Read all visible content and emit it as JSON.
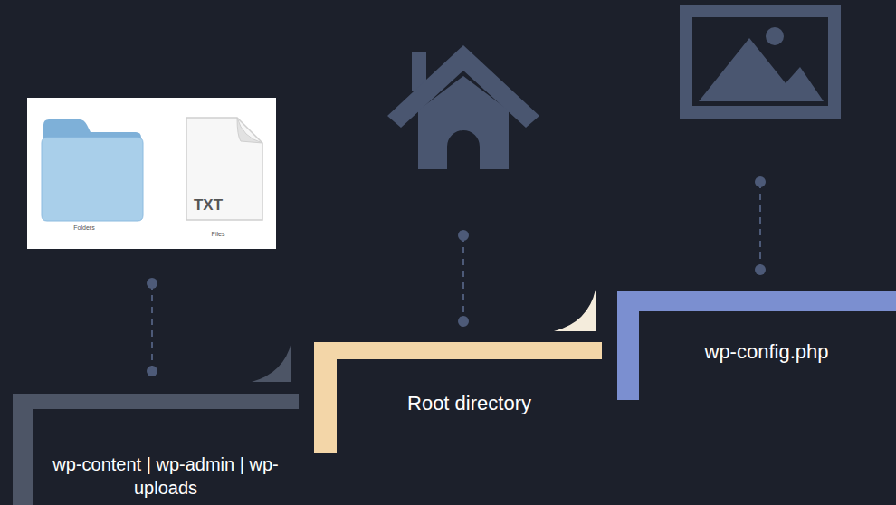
{
  "diagram": {
    "nodes": [
      {
        "text": [
          "wp-content | wp-admin | wp-uploads"
        ]
      },
      {
        "text": [
          "Root directory"
        ]
      },
      {
        "text": [
          "wp-config.php"
        ]
      }
    ],
    "labels": [
      "TXT",
      "Folders",
      "Files"
    ]
  }
}
